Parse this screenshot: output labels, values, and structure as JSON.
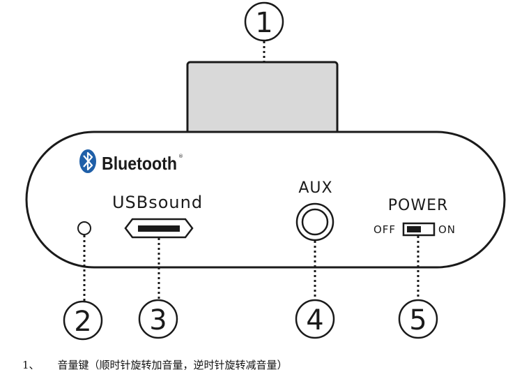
{
  "labels": {
    "bluetooth_brand": "Bluetooth",
    "usb_port": "USBsound",
    "aux_port": "AUX",
    "power_switch": "POWER",
    "switch_off": "OFF",
    "switch_on": "ON"
  },
  "callouts": [
    {
      "id": "volume-knob",
      "number": "1"
    },
    {
      "id": "indicator-led",
      "number": "2"
    },
    {
      "id": "usb-port",
      "number": "3"
    },
    {
      "id": "aux-jack",
      "number": "4"
    },
    {
      "id": "power-switch",
      "number": "5"
    }
  ],
  "caption": {
    "number": "1、",
    "text": "音量键（顺时针旋转加音量，逆时针旋转减音量）"
  },
  "colors": {
    "line": "#1a1a1a",
    "knob_fill": "#d9d9d9",
    "bluetooth_blue": "#1f5fa8"
  }
}
